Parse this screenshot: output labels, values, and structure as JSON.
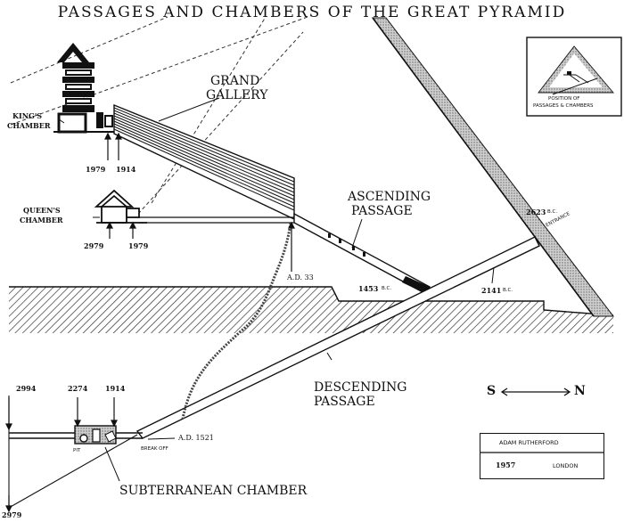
{
  "title": "PASSAGES AND CHAMBERS OF THE GREAT PYRAMID",
  "labels": {
    "grand_gallery": [
      "GRAND",
      "GALLERY"
    ],
    "kings_chamber": [
      "KING'S",
      "CHAMBER"
    ],
    "queens_chamber": [
      "QUEEN'S",
      "CHAMBER"
    ],
    "ascending_passage": [
      "ASCENDING",
      "PASSAGE"
    ],
    "descending_passage": [
      "DESCENDING",
      "PASSAGE"
    ],
    "subterranean_chamber": "SUBTERRANEAN CHAMBER",
    "entrance": "ENTRANCE",
    "pit": "PIT",
    "break_off": "BREAK OFF"
  },
  "dates": {
    "kings_left": "1979",
    "kings_right": "1914",
    "queens_left": "2979",
    "queens_right": "1979",
    "ad_33": "A.D. 33",
    "bc_1453": "1453",
    "bc_2141": "2141",
    "bc_2623": "2623",
    "bc_suffix": "B.C.",
    "ad_1521": "A.D. 1521",
    "sub_2994": "2994",
    "sub_2274": "2274",
    "sub_1914": "1914",
    "bottom_2979": "2979"
  },
  "inset": {
    "caption": [
      "POSITION OF",
      "PASSAGES & CHAMBERS"
    ]
  },
  "compass": {
    "left": "S",
    "right": "N"
  },
  "credit": {
    "author": "ADAM RUTHERFORD",
    "year": "1957",
    "place": "LONDON"
  }
}
